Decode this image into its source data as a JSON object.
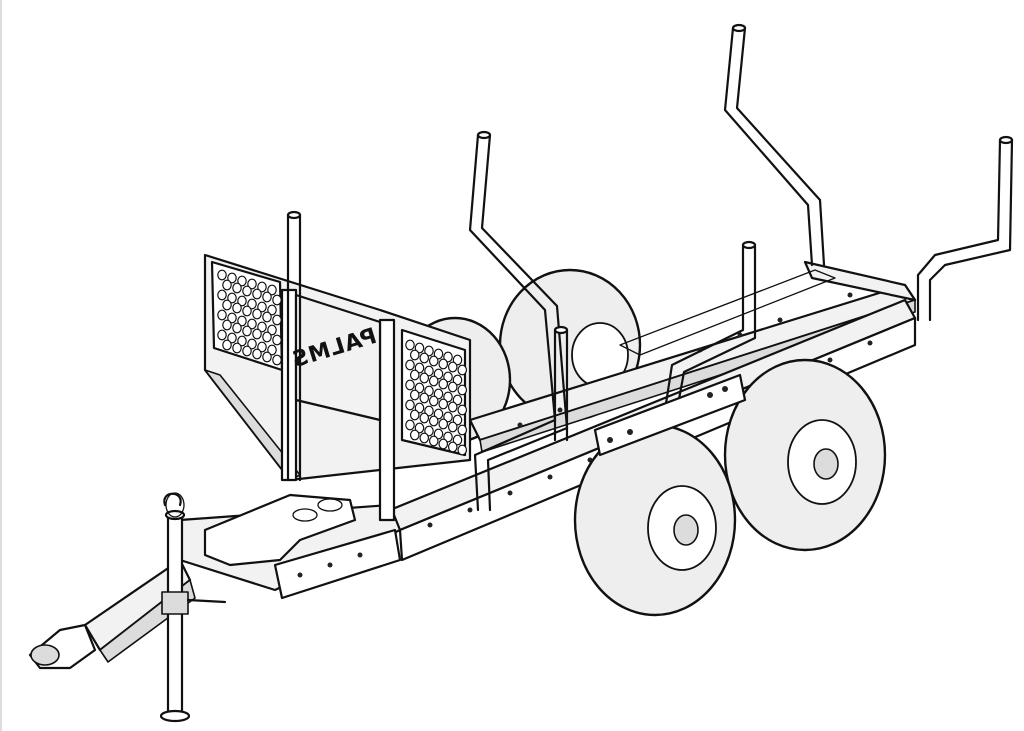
{
  "illustration": {
    "subject": "forestry-log-trailer",
    "brand_text": "PALMS",
    "brand_mirrored": true,
    "colors": {
      "line": "#111111",
      "fill_light": "#f2f2f2",
      "fill_shade": "#dcdcdc",
      "background": "#ffffff"
    },
    "parts": {
      "wheels": 4,
      "stakes": 6,
      "mesh_panels": 2
    }
  }
}
